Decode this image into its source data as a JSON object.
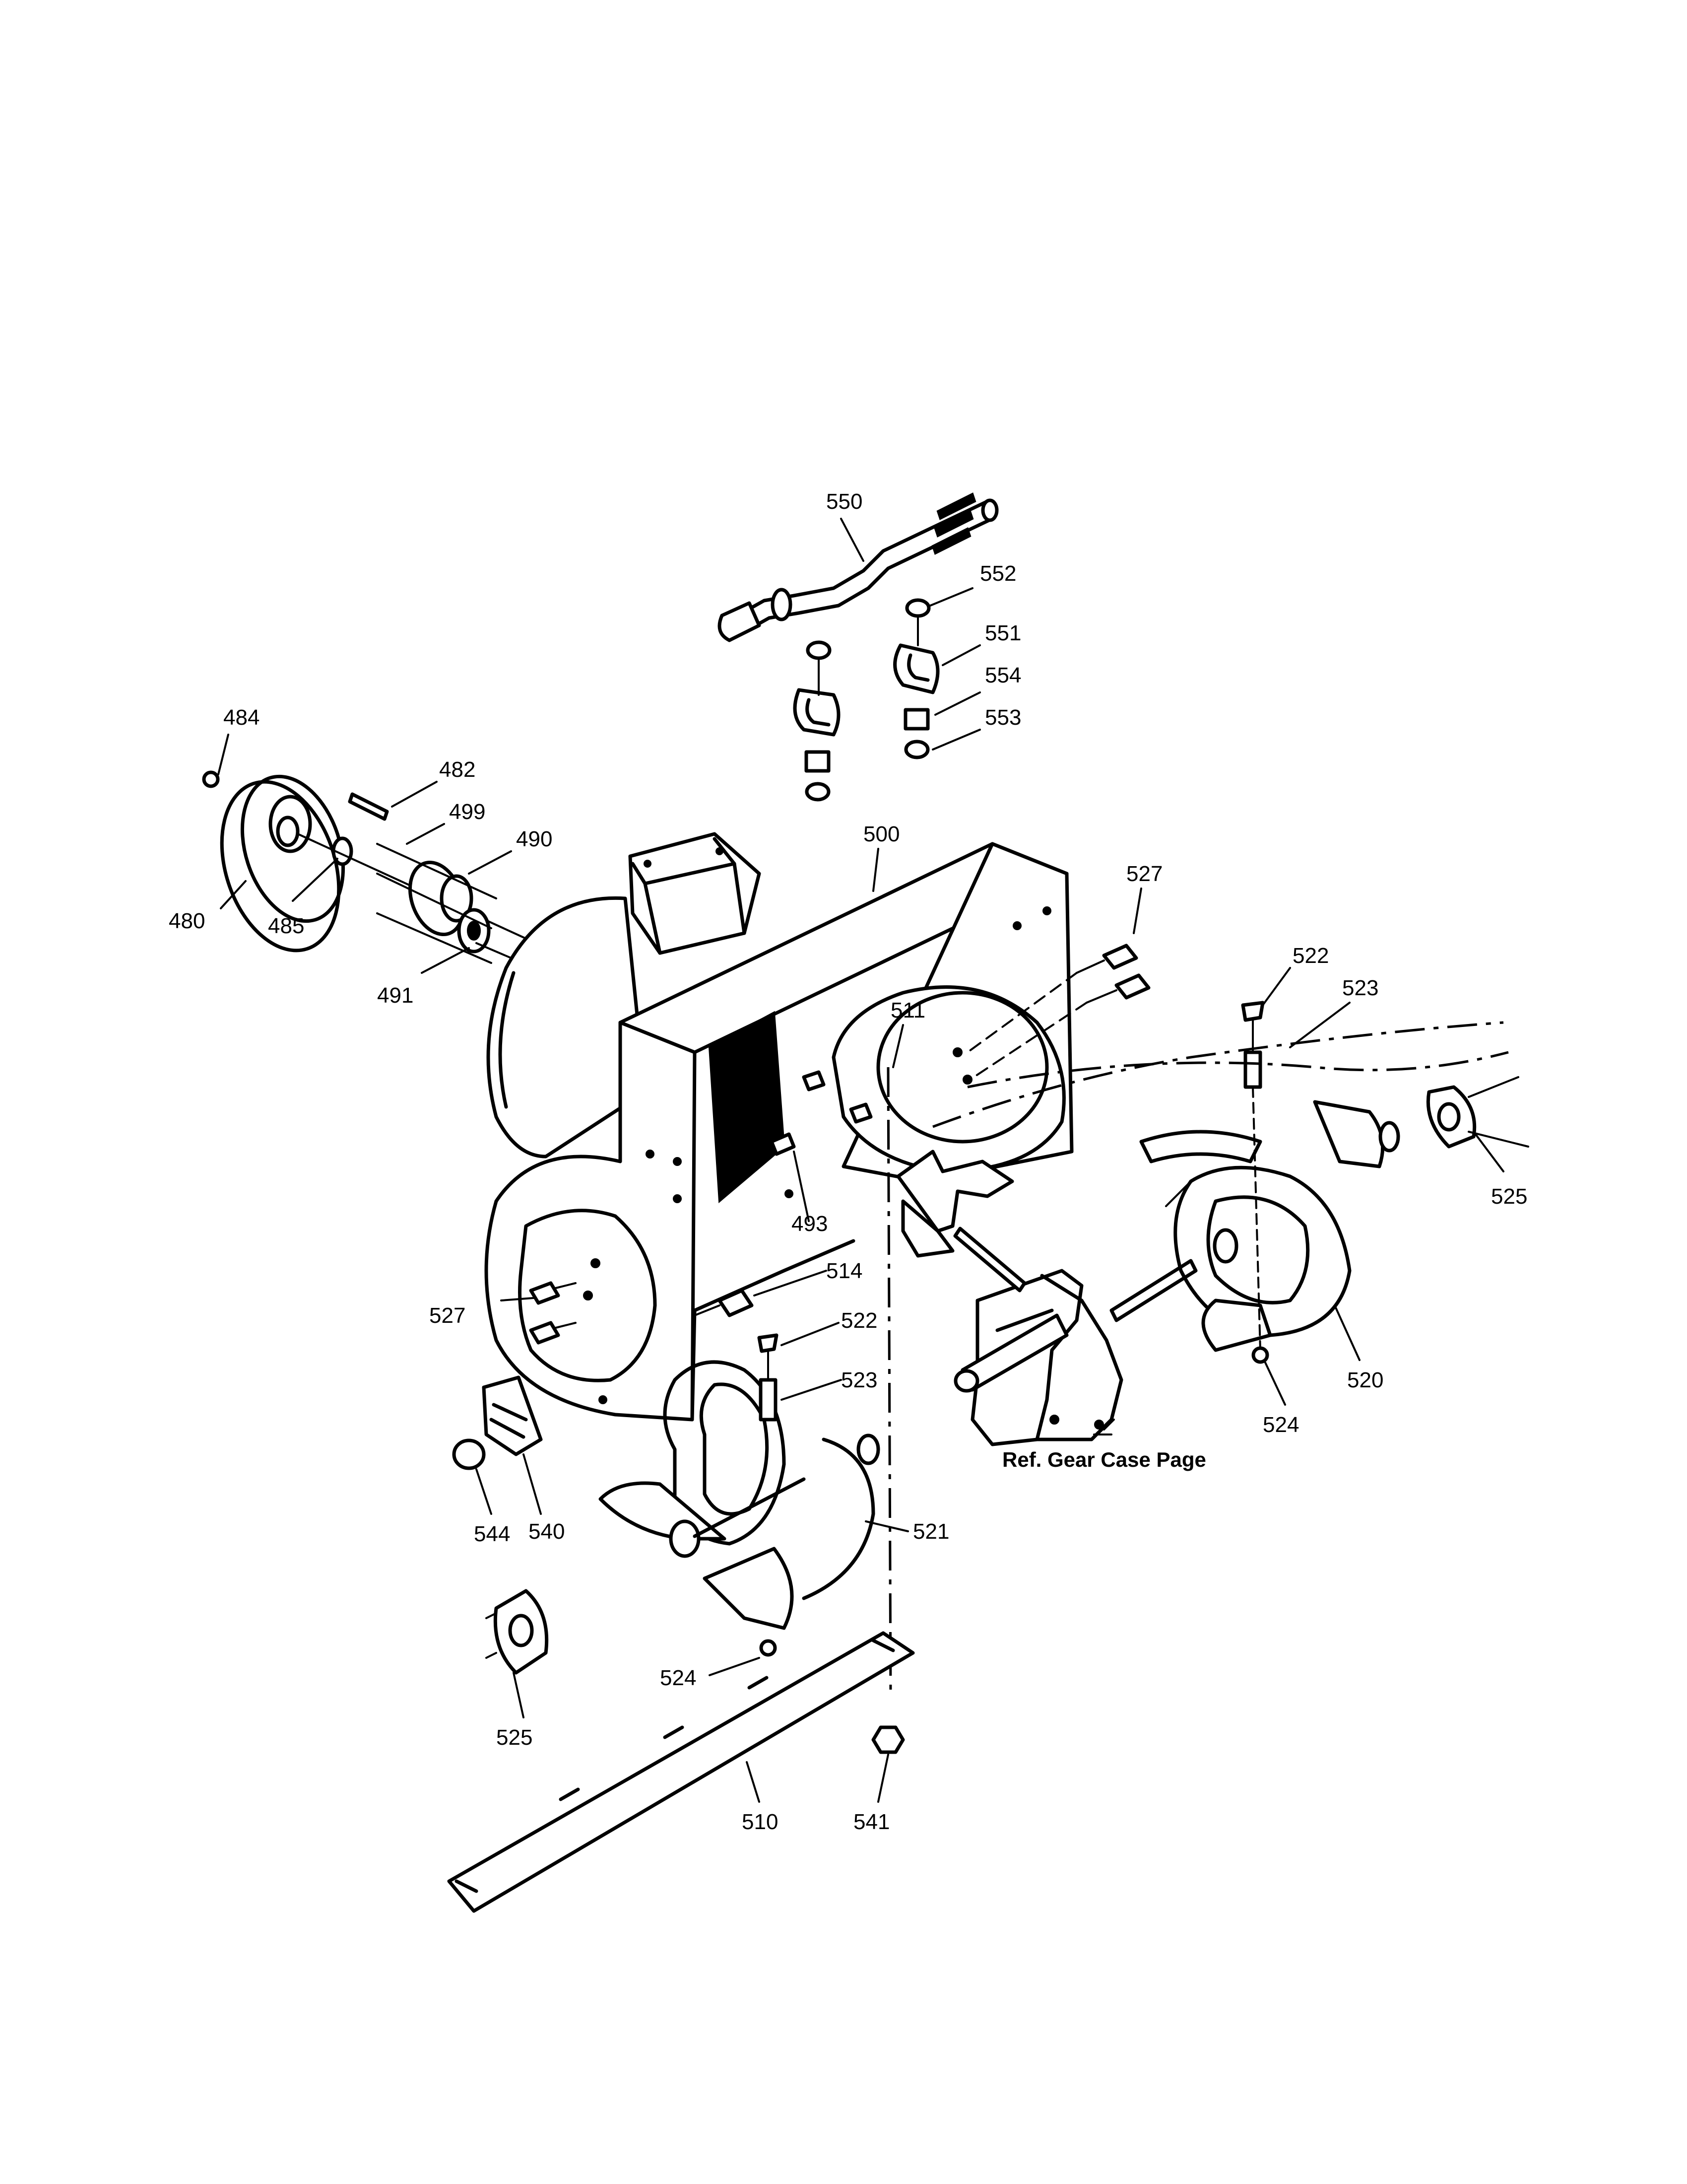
{
  "callouts": [
    {
      "id": "550",
      "text": "550"
    },
    {
      "id": "552",
      "text": "552"
    },
    {
      "id": "551",
      "text": "551"
    },
    {
      "id": "554",
      "text": "554"
    },
    {
      "id": "553",
      "text": "553"
    },
    {
      "id": "484",
      "text": "484"
    },
    {
      "id": "482",
      "text": "482"
    },
    {
      "id": "499",
      "text": "499"
    },
    {
      "id": "490",
      "text": "490"
    },
    {
      "id": "480",
      "text": "480"
    },
    {
      "id": "485",
      "text": "485"
    },
    {
      "id": "491",
      "text": "491"
    },
    {
      "id": "500",
      "text": "500"
    },
    {
      "id": "527a",
      "text": "527"
    },
    {
      "id": "522a",
      "text": "522"
    },
    {
      "id": "523a",
      "text": "523"
    },
    {
      "id": "511",
      "text": "511"
    },
    {
      "id": "525a",
      "text": "525"
    },
    {
      "id": "493",
      "text": "493"
    },
    {
      "id": "514",
      "text": "514"
    },
    {
      "id": "527b",
      "text": "527"
    },
    {
      "id": "522b",
      "text": "522"
    },
    {
      "id": "523b",
      "text": "523"
    },
    {
      "id": "520",
      "text": "520"
    },
    {
      "id": "524a",
      "text": "524"
    },
    {
      "id": "544",
      "text": "544"
    },
    {
      "id": "540",
      "text": "540"
    },
    {
      "id": "521",
      "text": "521"
    },
    {
      "id": "524b",
      "text": "524"
    },
    {
      "id": "525b",
      "text": "525"
    },
    {
      "id": "510",
      "text": "510"
    },
    {
      "id": "541",
      "text": "541"
    }
  ],
  "reference_label": "Ref. Gear Case Page"
}
